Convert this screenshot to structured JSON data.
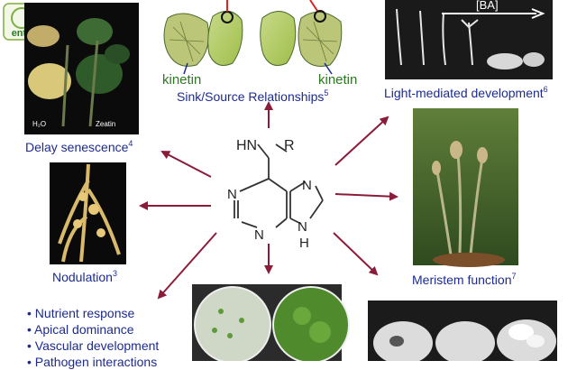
{
  "logo_text": "enta",
  "labels": {
    "sink_source": "Sink/Source Relationships",
    "sink_source_ref": "5",
    "kinetin_left": "kinetin",
    "kinetin_right": "kinetin",
    "ba": "[BA]",
    "light": "Light-mediated development",
    "light_ref": "6",
    "delay": "Delay senescence",
    "delay_ref": "4",
    "h2o": "H₂O",
    "zeatin": "Zeatin",
    "nodulation": "Nodulation",
    "nodulation_ref": "3",
    "meristem": "Meristem function",
    "meristem_ref": "7"
  },
  "molecule": {
    "hn": "HN",
    "r": "R",
    "n1": "N",
    "n3": "N",
    "n7": "N",
    "n9": "N",
    "h9": "H"
  },
  "bullets": [
    "• Nutrient response",
    "• Apical dominance",
    "• Vascular development",
    "• Pathogen interactions"
  ]
}
